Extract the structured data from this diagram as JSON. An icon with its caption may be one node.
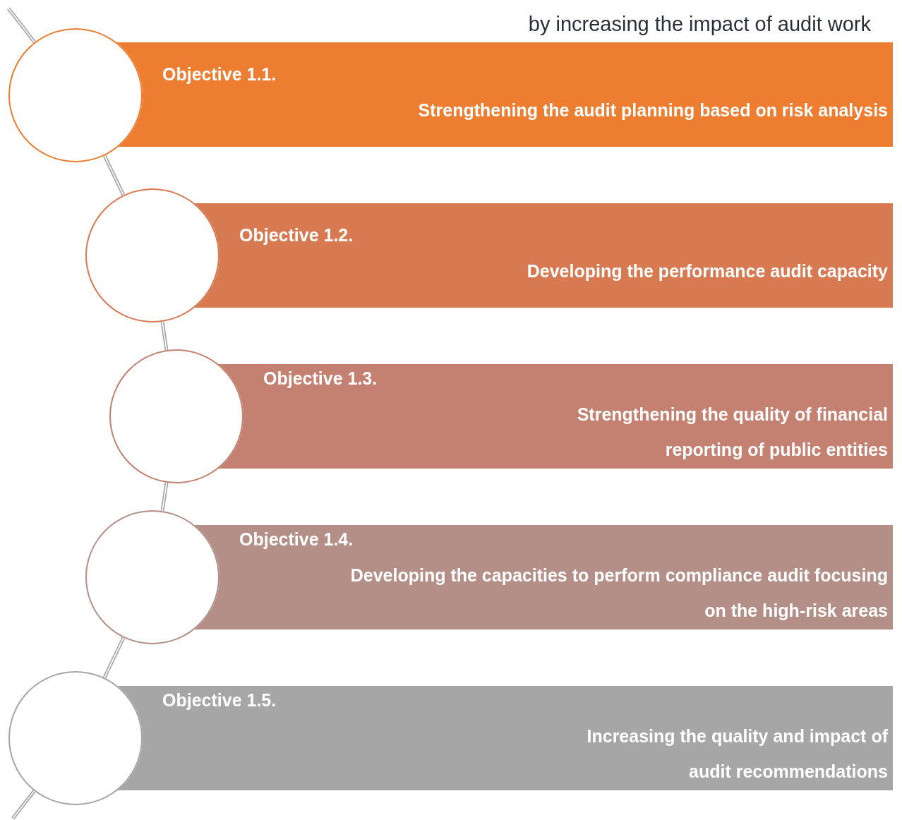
{
  "diagram": {
    "title": "by increasing the impact of audit work",
    "nodes": [
      {
        "text": [],
        "shape": "circle"
      },
      {
        "text": [
          "Objective 1.1.",
          "Strengthening the audit planning based on risk analysis"
        ]
      },
      {
        "text": [],
        "shape": "circle"
      },
      {
        "text": [
          "Objective 1.2.",
          "Developing the performance audit capacity"
        ]
      },
      {
        "text": [],
        "shape": "circle"
      },
      {
        "text": [
          "Objective 1.3.",
          "Strengthening the quality of financial reporting of public entities"
        ]
      },
      {
        "text": [],
        "shape": "circle"
      },
      {
        "text": [
          "Objective 1.4.",
          "Developing the capacities to perform compliance audit focusing on the high-risk areas"
        ]
      },
      {
        "text": [],
        "shape": "circle"
      },
      {
        "text": [
          "Objective 1.5.",
          "Increasing the quality and impact of audit recommendations"
        ]
      }
    ],
    "edges": [
      {
        "from": null,
        "to": 0,
        "arrow": "none"
      },
      {
        "from": 0,
        "to": 2,
        "arrow": "none"
      },
      {
        "from": 2,
        "to": 4,
        "arrow": "none"
      },
      {
        "from": 4,
        "to": 6,
        "arrow": "none"
      },
      {
        "from": 6,
        "to": 8,
        "arrow": "none"
      },
      {
        "from": 8,
        "to": null,
        "arrow": "none"
      }
    ]
  }
}
